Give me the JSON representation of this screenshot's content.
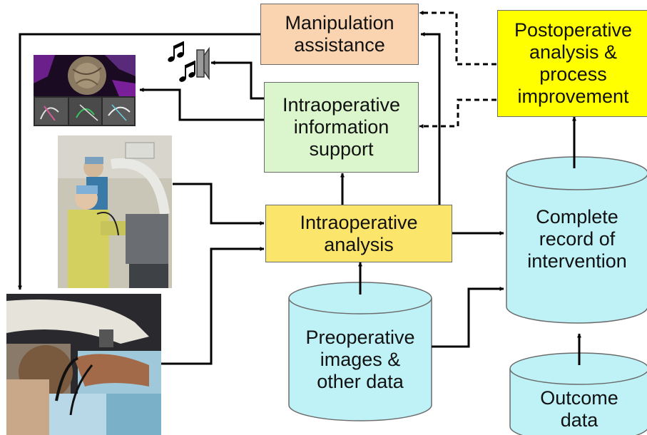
{
  "nodes": {
    "manipulation": {
      "label": "Manipulation\nassistance"
    },
    "postop": {
      "label": "Postoperative\nanalysis &\nprocess\nimprovement"
    },
    "intraop_info": {
      "label": "Intraoperative\ninformation\nsupport"
    },
    "intraop_analysis": {
      "label": "Intraoperative\nanalysis"
    },
    "complete_record": {
      "label": "Complete\nrecord of\nintervention"
    },
    "preop": {
      "label": "Preoperative\nimages &\nother data"
    },
    "outcome": {
      "label": "Outcome\ndata"
    }
  },
  "colors": {
    "manipulation_fill": "#fad3b1",
    "postop_fill": "#ffff00",
    "intraop_info_fill": "#dbf6cc",
    "intraop_analysis_fill": "#fbe56a",
    "cylinder_fill": "#bff2f7",
    "line": "#000000"
  },
  "icons": [
    "music-notes-icon",
    "speaker-icon"
  ],
  "images": [
    "video-screen-thumbnail",
    "surgery-room-photo",
    "endoscopy-photo"
  ]
}
